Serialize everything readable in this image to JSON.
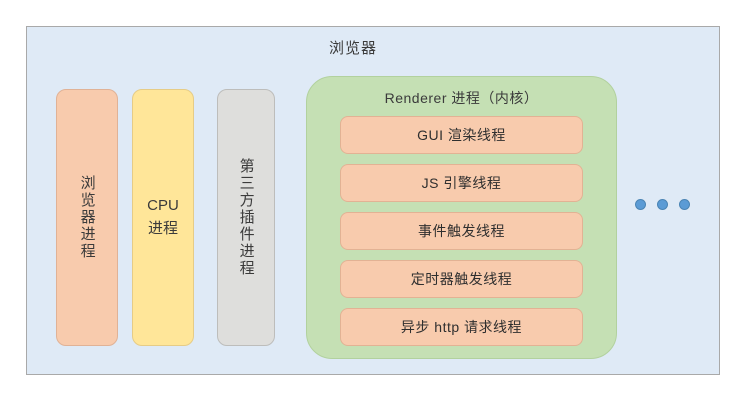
{
  "diagram": {
    "outer": {
      "title": "浏览器",
      "bg_color": "#dfeaf6",
      "border_color": "#a9a9a9"
    },
    "processes": [
      {
        "id": "browser-process",
        "label": "浏览器进程",
        "color": "#f8cbad",
        "border": "#e0b296",
        "orientation": "vertical"
      },
      {
        "id": "cpu-process",
        "label": "CPU\n进程",
        "line1": "CPU",
        "line2": "进程",
        "color": "#ffe699",
        "border": "#e6cc86",
        "orientation": "mixed"
      },
      {
        "id": "plugin-process",
        "label": "第三方插件进程",
        "color": "#dededc",
        "border": "#bdbdbb",
        "orientation": "vertical"
      }
    ],
    "renderer": {
      "title": "Renderer 进程（内核）",
      "bg_color": "#c5e0b4",
      "border_color": "#b2d19e",
      "threads": [
        {
          "id": "gui-render-thread",
          "label": "GUI 渲染线程"
        },
        {
          "id": "js-engine-thread",
          "label": "JS 引擎线程"
        },
        {
          "id": "event-trigger-thread",
          "label": "事件触发线程"
        },
        {
          "id": "timer-trigger-thread",
          "label": "定时器触发线程"
        },
        {
          "id": "async-http-thread",
          "label": "异步 http 请求线程"
        }
      ],
      "thread_color": "#f8cbad",
      "thread_border": "#e2b294"
    },
    "ellipsis": {
      "count": 3,
      "color": "#5b9bd5",
      "meaning": "more-renderer-processes"
    }
  }
}
